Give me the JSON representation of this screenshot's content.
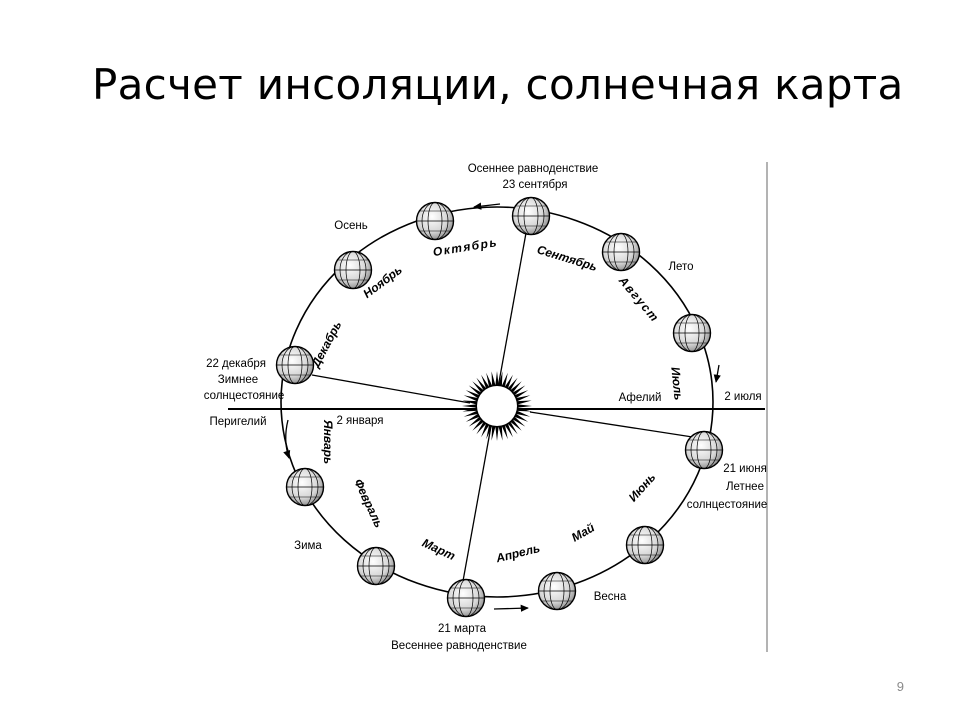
{
  "slide": {
    "title": "Расчет инсоляции, солнечная карта",
    "page_number": "9"
  },
  "diagram": {
    "events": {
      "autumn_equinox": [
        "Осеннее равноденствие",
        "23 сентября"
      ],
      "winter_solstice": [
        "22 декабря",
        "Зимнее",
        "солнцестояние"
      ],
      "summer_solstice": [
        "21 июня",
        "Летнее",
        "солнцестояние"
      ],
      "spring_equinox": [
        "21 марта",
        "Весеннее равноденствие"
      ]
    },
    "points": {
      "perihelion": "Перигелий",
      "perihelion_date": "2 января",
      "aphelion": "Афелий",
      "aphelion_date": "2 июля"
    },
    "seasons": {
      "autumn": "Осень",
      "summer": "Лето",
      "winter": "Зима",
      "spring": "Весна"
    },
    "months": {
      "october": "Октябрь",
      "september": "Сентябрь",
      "november": "Ноябрь",
      "december": "Декабрь",
      "august": "Август",
      "july": "Июль",
      "january": "Январь",
      "february": "Февраль",
      "march": "Март",
      "april": "Апрель",
      "may": "Май",
      "june": "Июнь"
    }
  }
}
